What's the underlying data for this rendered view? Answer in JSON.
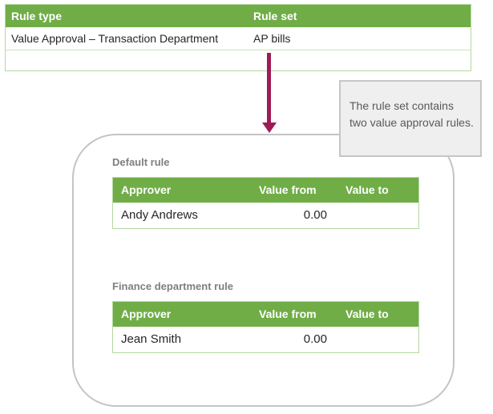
{
  "colors": {
    "table_header_green": "#70ad47",
    "table_border_light_green": "#b5d8a0",
    "arrow_maroon": "#9e1b55",
    "callout_background": "#efefef",
    "callout_border": "#c6c6c6",
    "container_border": "#c4c4c4",
    "label_gray": "#7f7f7f",
    "callout_text_gray": "#595959"
  },
  "rule_set_table": {
    "columns": [
      "Rule type",
      "Rule set"
    ],
    "rows": [
      {
        "rule_type": "Value Approval – Transaction Department",
        "rule_set": "AP bills"
      },
      {
        "rule_type": "",
        "rule_set": ""
      }
    ]
  },
  "callout": {
    "text": "The rule set contains two value approval rules."
  },
  "rules": [
    {
      "label": "Default rule",
      "columns": [
        "Approver",
        "Value from",
        "Value to"
      ],
      "rows": [
        {
          "approver": "Andy Andrews",
          "value_from": "0.00",
          "value_to": ""
        }
      ]
    },
    {
      "label": "Finance department rule",
      "columns": [
        "Approver",
        "Value from",
        "Value to"
      ],
      "rows": [
        {
          "approver": "Jean Smith",
          "value_from": "0.00",
          "value_to": ""
        }
      ]
    }
  ]
}
